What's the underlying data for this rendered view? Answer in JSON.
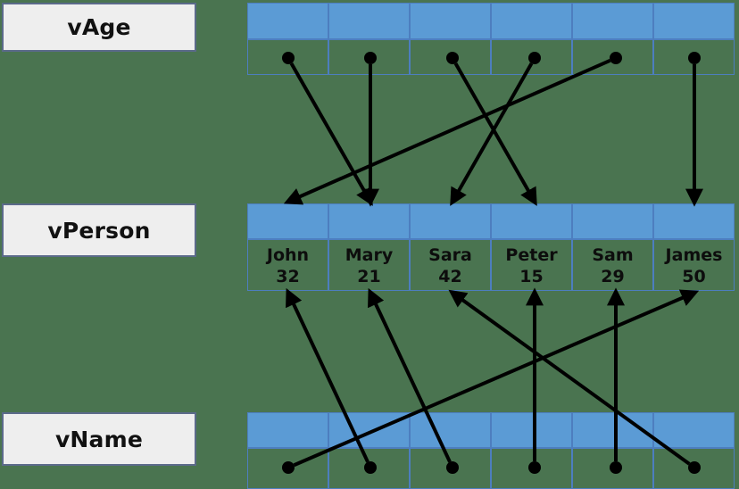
{
  "background_color": "#4a7450",
  "accent_color": "#5b9bd5",
  "grid_color": "#4d7ebf",
  "label_box_fill": "#eeeeee",
  "label_box_border": "#5b6a8a",
  "arrow_color": "#000000",
  "labels": {
    "age": "vAge",
    "person": "vPerson",
    "name": "vName"
  },
  "tables": {
    "vage": {
      "name": "vAge",
      "header_cells": [
        "",
        "",
        "",
        "",
        "",
        ""
      ],
      "body_cells": [
        "",
        "",
        "",
        "",
        "",
        ""
      ]
    },
    "vperson": {
      "name": "vPerson",
      "header_cells": [
        "",
        "",
        "",
        "",
        "",
        ""
      ],
      "body_names": [
        "John",
        "Mary",
        "Sara",
        "Peter",
        "Sam",
        "James"
      ],
      "body_ages": [
        "32",
        "21",
        "42",
        "15",
        "29",
        "50"
      ]
    },
    "vname": {
      "name": "vName",
      "header_cells": [
        "",
        "",
        "",
        "",
        "",
        ""
      ],
      "body_cells": [
        "",
        "",
        "",
        "",
        "",
        ""
      ]
    }
  },
  "chart_data": {
    "type": "diagram",
    "title": "",
    "columns": 6,
    "column_centers": [
      323,
      415,
      507,
      599,
      690,
      778
    ],
    "vectors": [
      "vAge",
      "vPerson",
      "vName"
    ],
    "age_to_person_edges": [
      {
        "from_index": 0,
        "to_index": 1
      },
      {
        "from_index": 1,
        "to_index": 1
      },
      {
        "from_index": 2,
        "to_index": 3
      },
      {
        "from_index": 3,
        "to_index": 2
      },
      {
        "from_index": 4,
        "to_index": 0
      },
      {
        "from_index": 5,
        "to_index": 5
      }
    ],
    "name_to_person_edges": [
      {
        "from_index": 0,
        "to_index": 5
      },
      {
        "from_index": 1,
        "to_index": 0
      },
      {
        "from_index": 2,
        "to_index": 1
      },
      {
        "from_index": 3,
        "to_index": 3
      },
      {
        "from_index": 4,
        "to_index": 4
      },
      {
        "from_index": 5,
        "to_index": 2
      }
    ]
  }
}
